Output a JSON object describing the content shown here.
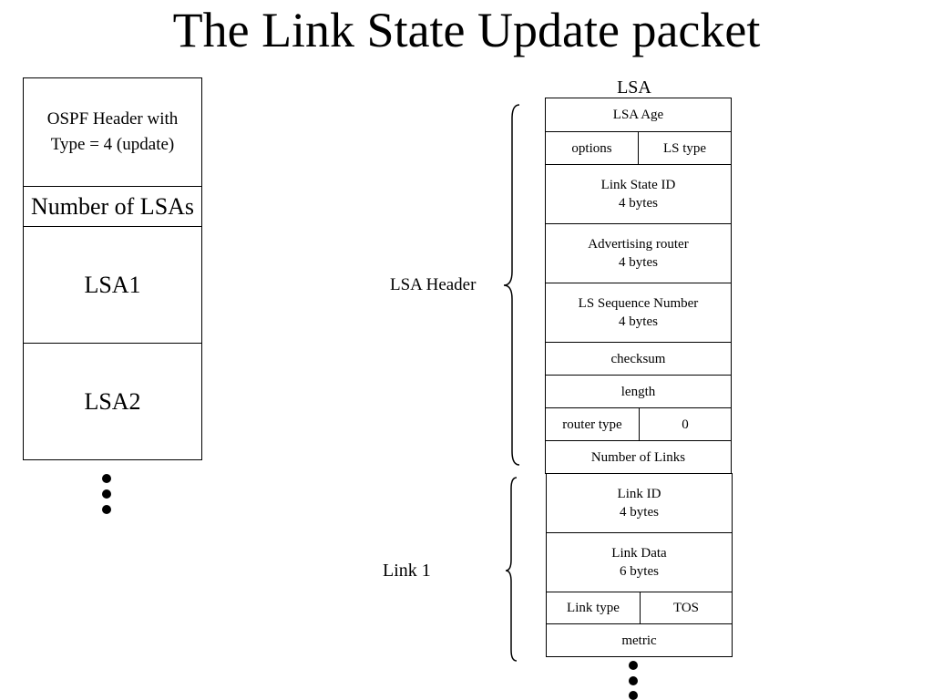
{
  "title": "The Link State Update packet",
  "packet": {
    "header": "OSPF Header with\nType = 4 (update)",
    "num_lsas": "Number of LSAs",
    "lsa1": "LSA1",
    "lsa2": "LSA2"
  },
  "lsa": {
    "caption": "LSA",
    "header_label": "LSA Header",
    "link_label": "Link 1",
    "fields": {
      "age": "LSA Age",
      "options": "options",
      "ls_type": "LS type",
      "link_state_id": "Link State ID\n4 bytes",
      "adv_router": "Advertising router\n4 bytes",
      "seq_num": "LS Sequence Number\n4 bytes",
      "checksum": "checksum",
      "length": "length",
      "router_type": "router type",
      "zero": "0",
      "num_links": "Number of Links",
      "link_id": "Link ID\n4 bytes",
      "link_data": "Link Data\n6 bytes",
      "link_type": "Link type",
      "tos": "TOS",
      "metric": "metric"
    }
  }
}
